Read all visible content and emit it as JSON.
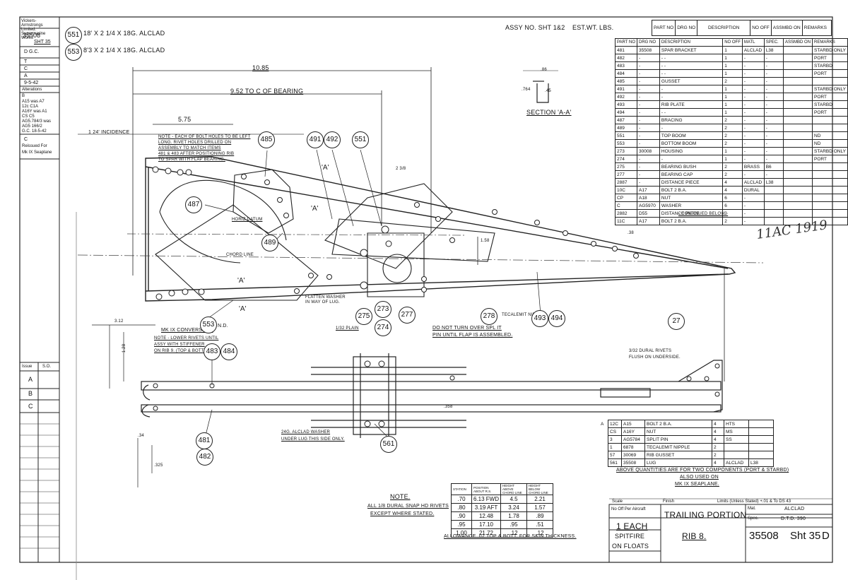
{
  "sidebar": {
    "maker": "Vickers-Armstrongs Limited. Supermarine Works",
    "drawing_no": "35508",
    "sheet": "SHT 35",
    "letters": [
      "D G.C.",
      "T",
      "C",
      "A"
    ],
    "date": "9-5-42",
    "alterations_title": "Alterations",
    "alteration_notes": [
      "B",
      "A15 was A7",
      "12c    C1A",
      "A16Y was A1",
      "CS    C5",
      "AG5.784/3 was",
      "AG5 166/2",
      "G.C. 18-5-42"
    ],
    "c_note": "C",
    "reissued": "Reissued For",
    "reissued2": "Mk IX Seaplane",
    "issue_head": "Issue",
    "so_head": "S.O.",
    "issues": [
      "A",
      "B",
      "C"
    ]
  },
  "header": {
    "assy": "Assy No. Sht 1&2",
    "est_wt": "EST.WT.",
    "lbs": "LBS.",
    "top_table_cols": [
      "Part No",
      "Drg No",
      "Description",
      "No Off",
      "Assmbd On",
      "Remarks"
    ]
  },
  "callouts_left": [
    {
      "num": "551",
      "text": "18' x 2 1/4 x 18G. ALCLAD"
    },
    {
      "num": "553",
      "text": "8'3 x 2 1/4 x 18G. ALCLAD"
    }
  ],
  "parts_table": {
    "cols": [
      "Part No",
      "Drg No",
      "Description",
      "No Off",
      "Matl",
      "Spec.",
      "Assmbd On",
      "Remarks"
    ],
    "rows": [
      [
        "481",
        "35508",
        "Spar Bracket",
        "1",
        "Alclad",
        "L38",
        "",
        "Starbd Only"
      ],
      [
        "482",
        "-",
        "-   -",
        "1",
        "-",
        "-",
        "",
        "Port"
      ],
      [
        "483",
        "-",
        "-   -",
        "1",
        "-",
        "-",
        "",
        "Starbd"
      ],
      [
        "484",
        "-",
        "-   -",
        "1",
        "-",
        "-",
        "",
        "Port"
      ],
      [
        "485",
        "-",
        "Gusset",
        "2",
        "-",
        "-",
        "",
        ""
      ],
      [
        "491",
        "-",
        "-",
        "1",
        "-",
        "-",
        "",
        "Starbd Only"
      ],
      [
        "492",
        "-",
        "-",
        "1",
        "-",
        "-",
        "",
        "Port"
      ],
      [
        "493",
        "-",
        "Rib Plate",
        "1",
        "-",
        "-",
        "",
        "Starbd"
      ],
      [
        "494",
        "-",
        "-   -",
        "1",
        "-",
        "-",
        "",
        "Port"
      ],
      [
        "487",
        "-",
        "Bracing",
        "2",
        "-",
        "-",
        "",
        ""
      ],
      [
        "489",
        "-",
        "-",
        "2",
        "-",
        "-",
        "",
        ""
      ],
      [
        "551",
        "-",
        "Top Boom",
        "2",
        "-",
        "-",
        "",
        "ND"
      ],
      [
        "553",
        "-",
        "Bottom Boom",
        "2",
        "-",
        "-",
        "",
        "ND"
      ],
      [
        "273",
        "30008",
        "Housing",
        "1",
        "-",
        "-",
        "",
        "Starbd Only"
      ],
      [
        "274",
        "-",
        "-",
        "1",
        "-",
        "-",
        "",
        "Port"
      ],
      [
        "275",
        "-",
        "Bearing Bush",
        "2",
        "Brass",
        "B6",
        "",
        ""
      ],
      [
        "277",
        "-",
        "Bearing Cap",
        "2",
        "-",
        "-",
        "",
        ""
      ],
      [
        "2887",
        "-",
        "Distance Piece",
        "4",
        "Alclad",
        "L38",
        "",
        ""
      ],
      [
        "10c",
        "A17",
        "Bolt 2 B.A.",
        "4",
        "Dural",
        "",
        "",
        ""
      ],
      [
        "CP",
        "A18",
        "Nut",
        "6",
        "-",
        "",
        "",
        ""
      ],
      [
        "C",
        "AG5970",
        "Washer",
        "6",
        "-",
        "",
        "",
        ""
      ],
      [
        "2882",
        "D55",
        "Distance Piece",
        "2",
        "-",
        "",
        "",
        ""
      ],
      [
        "11c",
        "A17",
        "Bolt 2 B.A.",
        "2",
        "-",
        "",
        "",
        ""
      ]
    ],
    "continued": "- Continued Below -"
  },
  "lower_table": {
    "mark": "A",
    "rows": [
      [
        "12c",
        "A15",
        "Bolt 2 B.A.",
        "4",
        "HTS",
        ""
      ],
      [
        "CS",
        "A16Y",
        "Nut",
        "4",
        "MS",
        ""
      ],
      [
        "3",
        "AG5784",
        "Split Pin",
        "4",
        "SS",
        ""
      ],
      [
        "1",
        "6878",
        "Tecalemit Nipple",
        "2",
        "",
        ""
      ],
      [
        "57",
        "30069",
        "Rib Gusset",
        "2",
        "",
        ""
      ],
      [
        "561",
        "35508",
        "Lug",
        "4",
        "Alclad",
        "L38"
      ]
    ],
    "note1": "Above Quantities Are For Two Components (Port & Starbd)",
    "note2": "Also Used On",
    "note3": "Mk IX Seaplane."
  },
  "stations": {
    "cols": [
      "Station",
      "Position About R.S.",
      "Height Above Chord Line",
      "Height Below Chord Line"
    ],
    "rows": [
      [
        ".70",
        "6.13 Fwd",
        "4.5",
        "2.21"
      ],
      [
        ".80",
        "3.19 Aft",
        "3.24",
        "1.57"
      ],
      [
        ".90",
        "12.48",
        "1.78",
        ".89"
      ],
      [
        ".95",
        "17.10",
        ".95",
        ".51"
      ],
      [
        "1.00",
        "21.72",
        ".12",
        ".12"
      ]
    ],
    "allowance": "Allowance .02 Top & Bott. For Skin Thickness."
  },
  "note": {
    "title": "Note.",
    "line1": "All 1/8 Dural Snap Hd Rivets",
    "line2": "Except Where Stated."
  },
  "title_block": {
    "scale": "Scale",
    "finish": "Finish",
    "limits": "Limits (Unless Stated) +.01 & To DS 43",
    "no_off": "No Off Per Aircraft",
    "qty": "1 Each",
    "aircraft1": "Spitfire",
    "aircraft2": "On Floats",
    "title": "Trailing Portion",
    "subtitle": "Rib 8.",
    "mat_label": "Mat.",
    "mat": "Alclad",
    "spec_label": "Spec.",
    "spec": "D.T.D. 390",
    "drawing": "35508",
    "sheet": "Sht 35",
    "issue": "D"
  },
  "drawing": {
    "dim_total": "10.85",
    "dim_bearing": "9.52 To C of Bearing",
    "dim_575": "5.75",
    "incidence": "1 24' Incidence",
    "note_holes": [
      "Note - Each Of Bolt Holes To Be Left",
      "Long. Rivet Holes Drilled On",
      "Assembly To Match Items",
      "481 & 483 After Positioning Rib",
      "To Spar With Flap Bearing."
    ],
    "section": "Section 'A-A'",
    "horiz_datum": "Horiz Datum",
    "chord_line": "Chord Line",
    "flatten": [
      "Flatten Washer",
      "In Way Of Lug."
    ],
    "no_turn": [
      "Do Not Turn Over Spl It",
      "Pin Until Flap Is Assembled."
    ],
    "tecalemit": "Tecalemit Nipple",
    "mk_ix": "Mk IX Conversion.",
    "note_lower": [
      "Note - Lower Rivets Until",
      "Assy With Stiffener",
      "On Rib 9. (Top & Bott)"
    ],
    "dural_rivets": [
      "3/32 Dural Rivets",
      "Flush On Underside."
    ],
    "alclad_washer": [
      "24G. Alclad Washer",
      "Under Lug This Side Only."
    ],
    "nd": "N.D.",
    "fillplain": "1/32 Plain",
    "handwritten": "11AC 1919",
    "dims": {
      "d764": ".764",
      "d86": ".86",
      "d45": ".45",
      "d38": ".38",
      "d312": "3.12",
      "d34": ".34",
      "d325": ".325",
      "d128": "1.28",
      "d2d": "2 3/8",
      "d158": "1.58",
      "r358": ".358"
    }
  },
  "balloons": [
    "485",
    "491",
    "492",
    "551",
    "487",
    "489",
    "553",
    "483",
    "484",
    "481",
    "482",
    "561",
    "493",
    "494",
    "275",
    "273",
    "274",
    "277",
    "278",
    "27"
  ]
}
